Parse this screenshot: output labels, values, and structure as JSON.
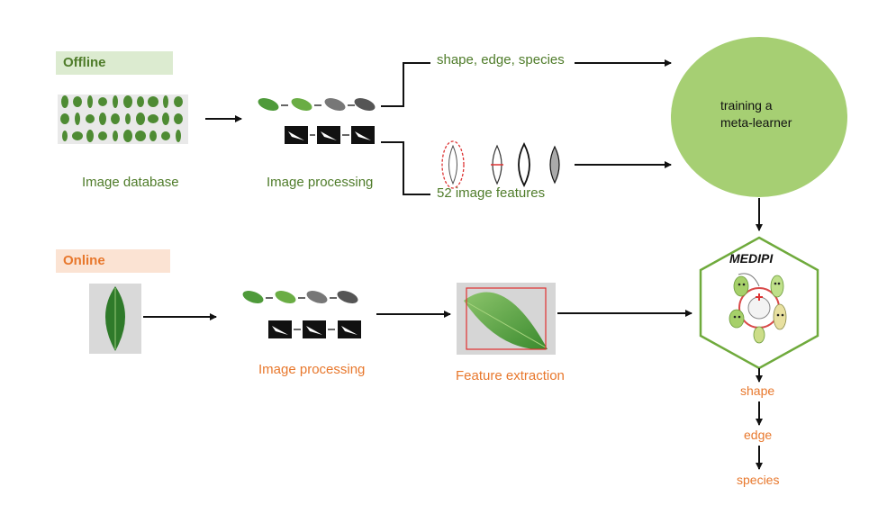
{
  "offline": {
    "tag": "Offline",
    "image_database": "Image database",
    "image_processing": "Image processing",
    "shape_edge_species": "shape, edge, species",
    "features": "52 image features",
    "meta_learner_line1": "training a",
    "meta_learner_line2": "meta-learner"
  },
  "online": {
    "tag": "Online",
    "image_processing": "Image processing",
    "feature_extraction": "Feature extraction"
  },
  "logo": {
    "text": "MEDIPI"
  },
  "outputs": [
    "shape",
    "edge",
    "species"
  ],
  "colors": {
    "offline_green": "#4f7c2a",
    "offline_tag_bg": "#dcebd0",
    "online_orange": "#e8782d",
    "online_tag_bg": "#fbe3d3",
    "ellipse_fill": "#a6cf73",
    "hexagon_stroke": "#6faa3c"
  }
}
